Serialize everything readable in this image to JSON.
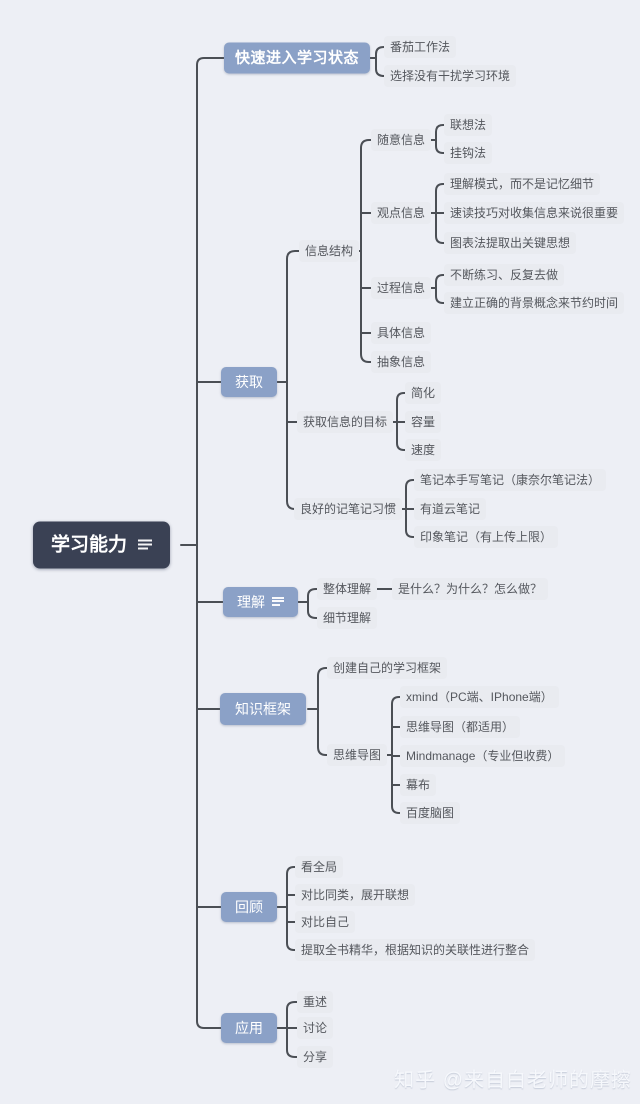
{
  "title": "学习能力思维导图",
  "colors": {
    "background": "#edeff5",
    "root_bg": "#3a4154",
    "branch_bg": "#8ba1c7",
    "leaf_bg": "#e9ebf0",
    "leaf_text": "#54575d",
    "line": "#4b4f55",
    "node_text": "#ffffff"
  },
  "watermark": "知乎 @来自白老师的摩擦",
  "root": {
    "label": "学习能力",
    "icon": "notes-icon"
  },
  "branches": [
    {
      "label": "快速进入学习状态",
      "children": [
        {
          "label": "番茄工作法"
        },
        {
          "label": "选择没有干扰学习环境"
        }
      ]
    },
    {
      "label": "获取",
      "children": [
        {
          "label": "信息结构",
          "children": [
            {
              "label": "随意信息",
              "children": [
                {
                  "label": "联想法"
                },
                {
                  "label": "挂钩法"
                }
              ]
            },
            {
              "label": "观点信息",
              "children": [
                {
                  "label": "理解模式，而不是记忆细节"
                },
                {
                  "label": "速读技巧对收集信息来说很重要"
                },
                {
                  "label": "图表法提取出关键思想"
                }
              ]
            },
            {
              "label": "过程信息",
              "children": [
                {
                  "label": "不断练习、反复去做"
                },
                {
                  "label": "建立正确的背景概念来节约时间"
                }
              ]
            },
            {
              "label": "具体信息"
            },
            {
              "label": "抽象信息"
            }
          ]
        },
        {
          "label": "获取信息的目标",
          "children": [
            {
              "label": "简化"
            },
            {
              "label": "容量"
            },
            {
              "label": "速度"
            }
          ]
        },
        {
          "label": "良好的记笔记习惯",
          "children": [
            {
              "label": "笔记本手写笔记（康奈尔笔记法）"
            },
            {
              "label": "有道云笔记"
            },
            {
              "label": "印象笔记（有上传上限）"
            }
          ]
        }
      ]
    },
    {
      "label": "理解",
      "icon": "notes-icon",
      "children": [
        {
          "label": "整体理解",
          "children": [
            {
              "label": "是什么？为什么？怎么做？"
            }
          ]
        },
        {
          "label": "细节理解"
        }
      ]
    },
    {
      "label": "知识框架",
      "children": [
        {
          "label": "创建自己的学习框架"
        },
        {
          "label": "思维导图",
          "children": [
            {
              "label": "xmind（PC端、IPhone端）"
            },
            {
              "label": "思维导图（都适用）"
            },
            {
              "label": "Mindmanage（专业但收费）"
            },
            {
              "label": "幕布"
            },
            {
              "label": "百度脑图"
            }
          ]
        }
      ]
    },
    {
      "label": "回顾",
      "children": [
        {
          "label": "看全局"
        },
        {
          "label": "对比同类，展开联想"
        },
        {
          "label": "对比自己"
        },
        {
          "label": "提取全书精华，根据知识的关联性进行整合"
        }
      ]
    },
    {
      "label": "应用",
      "children": [
        {
          "label": "重述"
        },
        {
          "label": "讨论"
        },
        {
          "label": "分享"
        }
      ]
    }
  ]
}
